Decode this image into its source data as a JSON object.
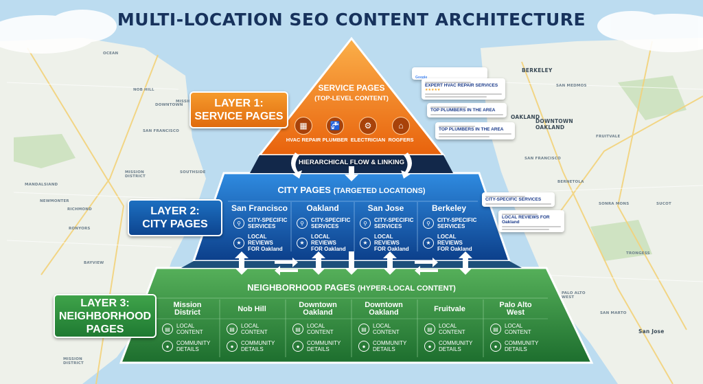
{
  "title": "MULTI-LOCATION SEO CONTENT ARCHITECTURE",
  "layers": {
    "layer1": "LAYER 1:\nSERVICE PAGES",
    "layer2": "LAYER 2:\nCITY PAGES",
    "layer3": "LAYER 3:\nNEIGHBORHOOD\nPAGES"
  },
  "service": {
    "title": "SERVICE PAGES",
    "subtitle": "(TOP-LEVEL CONTENT)",
    "items": [
      {
        "label": "HVAC REPAIR",
        "icon": "hvac-icon"
      },
      {
        "label": "PLUMBER",
        "icon": "faucet-icon"
      },
      {
        "label": "ELECTRICIAN",
        "icon": "worker-icon"
      },
      {
        "label": "ROGFERS",
        "icon": "roof-icon"
      }
    ]
  },
  "flow_label": "HIERARCHICAL FLOW & LINKING",
  "city": {
    "title": "CITY PAGES",
    "subtitle": "(TARGETED LOCATIONS)",
    "items": [
      {
        "name": "San Francisco",
        "r1": "CITY-SPECIFIC\nSERVICES",
        "r2": "LOCAL REVIEWS\nFOR Oakland"
      },
      {
        "name": "Oakland",
        "r1": "CITY-SPECIFIC\nSERVICES",
        "r2": "LOCAL REVIEWS\nFOR Oakland"
      },
      {
        "name": "San Jose",
        "r1": "CITY-SPECIFIC\nSERVICES",
        "r2": "LOCAL REVIEWS\nFOR Oakland"
      },
      {
        "name": "Berkeley",
        "r1": "CITY-SPECIFIC\nSERVICES",
        "r2": "LOCAL REVIEWS\nFOR Oakland"
      }
    ]
  },
  "neighborhood": {
    "title": "NEIGHBORHOOD PAGES",
    "subtitle": "(HYPER-LOCAL CONTENT)",
    "items": [
      {
        "name": "Mission\nDistrict",
        "r1": "LOCAL\nCONTENT",
        "r2": "COMMUNITY\nDETAILS"
      },
      {
        "name": "Nob Hill",
        "r1": "LOCAL\nCONTENT",
        "r2": "COMMUNITY\nDETAILS"
      },
      {
        "name": "Downtown\nOakland",
        "r1": "LOCAL\nCONTENT",
        "r2": "COMMUNITY\nDETAILS"
      },
      {
        "name": "Downtown\nOakland",
        "r1": "LOCAL\nCONTENT",
        "r2": "COMMUNITY\nDETAILS"
      },
      {
        "name": "Fruitvale",
        "r1": "LOCAL\nCONTENT",
        "r2": "COMMUNITY\nDETAILS"
      },
      {
        "name": "Palo Alto\nWest",
        "r1": "LOCAL\nCONTENT",
        "r2": "COMMUNITY\nDETAILS"
      }
    ]
  },
  "serp": {
    "logo": "Google",
    "results": [
      "EXPERT HVAC REPAIR SERVICES",
      "TOP PLUMBERS IN THE AREA",
      "TOP PLUMBERS IN THE AREA"
    ],
    "city_results": [
      "CITY-SPECIFIC SERVICES",
      "LOCAL REVIEWS FOR Oakland"
    ]
  },
  "map_labels": {
    "left": [
      "NOB HILL",
      "DOWNTOWN",
      "SAN FRANCISCO",
      "MISSION",
      "MISSION\nDISTRICT",
      "SOUTHSIDE",
      "OCEAN",
      "NEWMONTER",
      "RICHMOND",
      "MANDALSIAND",
      "RONYORS",
      "BAYVIEW",
      "MISSION\nDISTRICT"
    ],
    "right": [
      "BERKELEY",
      "SAN MEDMOS",
      "OAKLAND",
      "DOWNTOWN\nOAKLAND",
      "FRUITVALE",
      "SAN FRANCISCO",
      "BERNETOLA",
      "SONRA MONS",
      "SUCOT",
      "TRONGESS",
      "PALO ALTO\nWEST",
      "SAN MARTO",
      "San Jose"
    ]
  },
  "colors": {
    "service": "#f07f1c",
    "city": "#1766b5",
    "neighborhood": "#2f8f3e",
    "title": "#17325c"
  }
}
